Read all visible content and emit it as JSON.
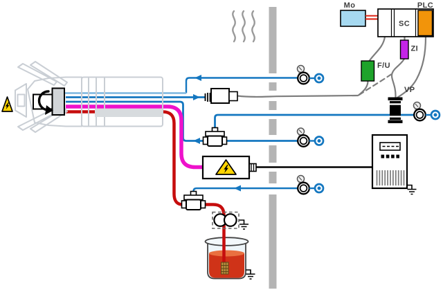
{
  "labels": {
    "mo": "Mo",
    "sc": "SC",
    "plc": "PLC",
    "fu": "F/U",
    "zi": "ZI",
    "vp": "VP"
  },
  "colors": {
    "line-blue": "#1477c0",
    "line-lightblue": "#7cb6df",
    "line-magenta": "#ee12cb",
    "line-red": "#c60d0d",
    "cable-gray": "#7d7d7d",
    "wall-gray": "#b4b4b4",
    "gun-gray": "#c9ced4",
    "box-green": "#1ea32b",
    "box-purple": "#c524e8",
    "box-orange": "#f2940a",
    "box-lightblue": "#a6d9f0",
    "warning-yellow": "#ffd400",
    "motor-link-red": "#e03022",
    "paint-liquid": "#cf3318"
  },
  "icons": {
    "high_voltage_warning": "warning-triangle-lightning",
    "rotation": "rotation-arrow",
    "air_supply": "circle-dot",
    "pressure_gauge": "gauge",
    "ground": "earth-ground",
    "exhaust": "steam-waves"
  }
}
